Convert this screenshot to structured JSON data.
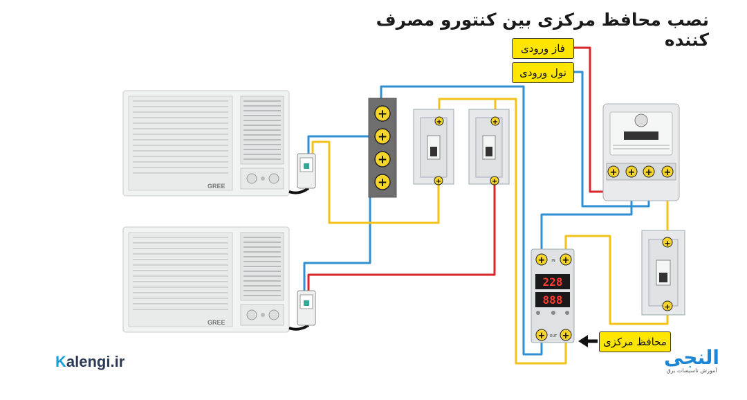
{
  "title": "نصب محافظ مرکزی بین کنتورو مصرف کننده",
  "labels": {
    "phase_in": "فاز ورودی",
    "neutral_in": "نول ورودی",
    "central_protector": "محافظ مرکزی"
  },
  "protector": {
    "display_top": "228",
    "display_bottom": "888",
    "in_label": "IN",
    "out_label": "OUT"
  },
  "ac_brand": "GREE",
  "brand_left": {
    "prefix": "K",
    "rest": "alengi.ir"
  },
  "brand_right": {
    "logo": "النجی",
    "sub": "آموزش تاسیسات برق"
  },
  "colors": {
    "phase": "#d8232a",
    "neutral": "#2f8fd0",
    "load": "#f2c21b",
    "label_bg": "#ffe600"
  }
}
